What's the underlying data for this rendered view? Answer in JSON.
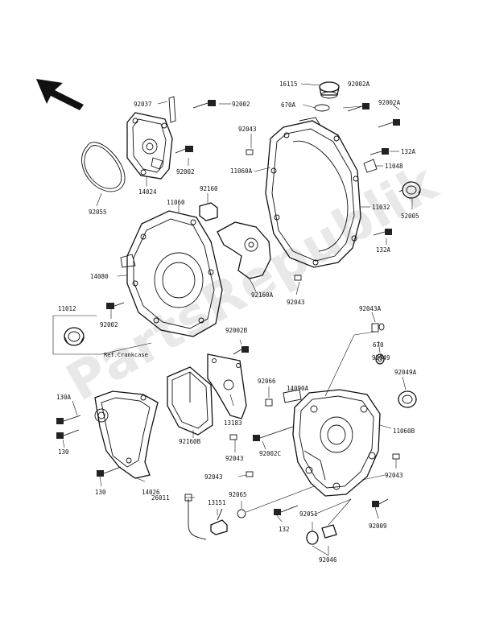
{
  "watermark": "PartsRepublik",
  "ref_label": "Ref.Crankcase",
  "labels": {
    "l16115": "16115",
    "l92002a_1": "92002A",
    "l92002a_2": "92002A",
    "l670a": "670A",
    "l92037": "92037",
    "l92002_1": "92002",
    "l92002_2": "92002",
    "l92002_3": "92002",
    "l92043_1": "92043",
    "l92043_2": "92043",
    "l92043_3": "92043",
    "l92043_4": "92043",
    "l92043_5": "92043",
    "l11060a": "11060A",
    "l132a_1": "132A",
    "l132a_2": "132A",
    "l11048": "11048",
    "l11032": "11032",
    "l52005": "52005",
    "l14024": "14024",
    "l92055": "92055",
    "l11060": "11060",
    "l92160": "92160",
    "l92160a": "92160A",
    "l14080": "14080",
    "l11012": "11012",
    "l92002b": "92002B",
    "l92043a": "92043A",
    "l670": "670",
    "l92049": "92049",
    "l92049a": "92049A",
    "l92066": "92066",
    "l14090a": "14090A",
    "l11060b": "11060B",
    "l130a": "130A",
    "l130_1": "130",
    "l130_2": "130",
    "l13183": "13183",
    "l92160b": "92160B",
    "l92002c": "92002C",
    "l14026": "14026",
    "l92065": "92065",
    "l13151": "13151",
    "l26011": "26011",
    "l132": "132",
    "l92051": "92051",
    "l92009": "92009",
    "l92046": "92046"
  }
}
